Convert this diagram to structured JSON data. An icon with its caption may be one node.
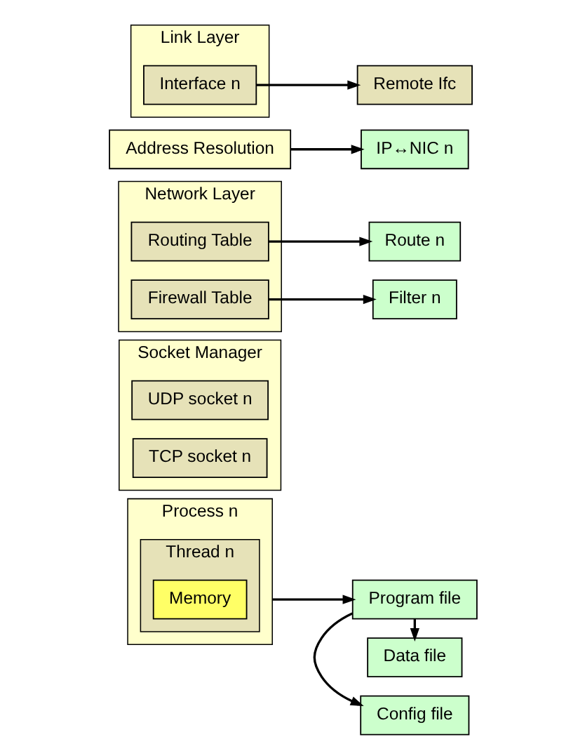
{
  "diagram": {
    "nodes": [
      {
        "text": [
          "Process n"
        ]
      },
      {
        "text": [
          "Thread n"
        ],
        "in": 0
      },
      {
        "text": [
          "Memory"
        ],
        "in": 1
      },
      {
        "text": [
          "Config file"
        ]
      },
      {
        "text": [
          "Program file"
        ]
      },
      {
        "text": [
          "Data file"
        ]
      },
      {
        "text": [
          "Socket Manager"
        ]
      },
      {
        "text": [
          "UDP socket n"
        ],
        "in": 6
      },
      {
        "text": [
          "TCP socket n"
        ],
        "in": 6
      },
      {
        "text": [
          "Network Layer"
        ]
      },
      {
        "text": [
          "Routing Table"
        ],
        "in": 9
      },
      {
        "text": [
          "Firewall Table"
        ],
        "in": 9
      },
      {
        "text": [
          "Route n"
        ]
      },
      {
        "text": [
          "Filter n"
        ]
      },
      {
        "text": [
          "Address Resolution"
        ]
      },
      {
        "text": [
          "IP↔NIC n"
        ]
      },
      {
        "text": [
          "Link Layer"
        ]
      },
      {
        "text": [
          "Interface n"
        ],
        "in": 16
      },
      {
        "text": [
          "Remote Ifc"
        ]
      }
    ],
    "edges": [
      {
        "from": 0,
        "to": 4,
        "arrow": "to"
      },
      {
        "from": 4,
        "to": 3,
        "arrow": "to"
      },
      {
        "from": 4,
        "to": 5,
        "arrow": "to"
      },
      {
        "from": 10,
        "to": 12,
        "arrow": "to"
      },
      {
        "from": 11,
        "to": 13,
        "arrow": "to"
      },
      {
        "from": 14,
        "to": 15,
        "arrow": "to"
      },
      {
        "from": 17,
        "to": 18,
        "arrow": "to"
      }
    ]
  }
}
